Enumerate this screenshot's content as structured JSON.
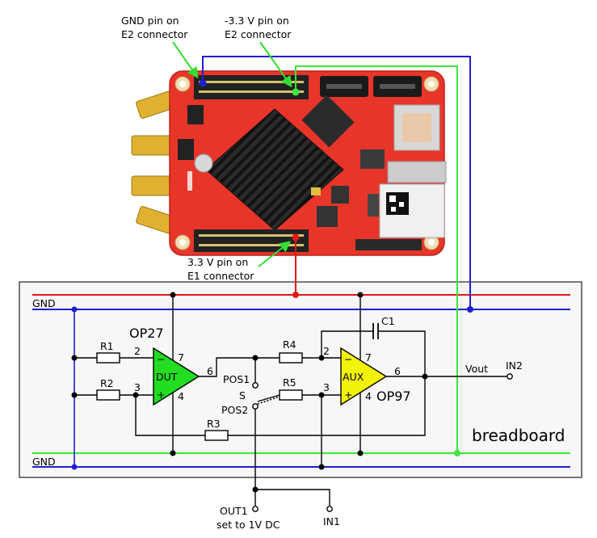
{
  "callouts": {
    "gnd_e2": [
      "GND pin on",
      "E2 connector"
    ],
    "neg33_e2": [
      "-3.3 V pin on",
      "E2 connector"
    ],
    "pos33_e1": [
      "3.3 V pin on",
      "E1 connector"
    ]
  },
  "rails": {
    "gnd_top": "GND",
    "gnd_bottom": "GND"
  },
  "breadboard_label": "breadboard",
  "components": {
    "r1": "R1",
    "r2": "R2",
    "r3": "R3",
    "r4": "R4",
    "r5": "R5",
    "c1": "C1",
    "dut_title": "OP27",
    "dut_label": "DUT",
    "aux_title": "OP97",
    "aux_label": "AUX"
  },
  "pins": {
    "dut_2": "2",
    "dut_3": "3",
    "dut_7": "7",
    "dut_4": "4",
    "dut_6": "6",
    "aux_2": "2",
    "aux_3": "3",
    "aux_7": "7",
    "aux_4": "4",
    "aux_6": "6",
    "minus": "−",
    "plus": "+"
  },
  "switch": {
    "pos1": "POS1",
    "s": "S",
    "pos2": "POS2"
  },
  "io": {
    "vout": "Vout",
    "in2": "IN2",
    "in1": "IN1",
    "out1": [
      "OUT1",
      "set to 1V DC"
    ]
  },
  "colors": {
    "board": "#e8352a",
    "board_dark": "#c4271d",
    "heatsink": "#222222",
    "gnd_wire": "#1f1fd0",
    "pos_wire": "#e01818",
    "neg_wire": "#3ce43c",
    "dut_fill": "#22dd22",
    "aux_fill": "#f2f20a",
    "breadboard_bg": "#f7f7f7",
    "callout_arrow": "#33dd33"
  }
}
